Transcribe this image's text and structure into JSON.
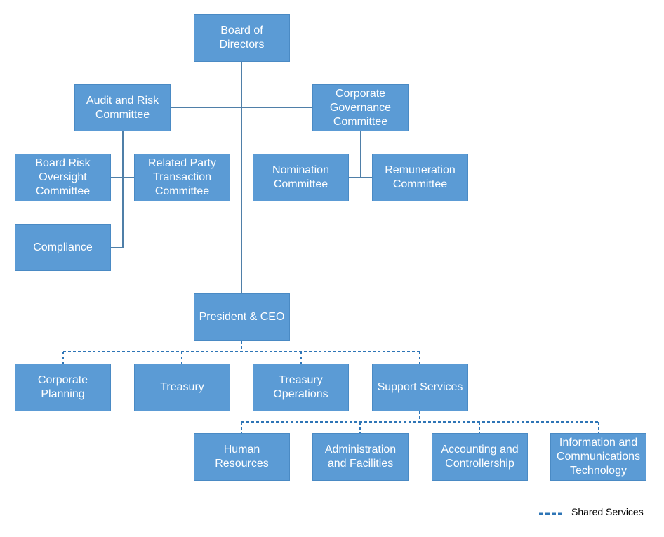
{
  "colors": {
    "box_fill": "#5b9bd5",
    "box_text": "#ffffff",
    "solid_line": "#4f7fa8",
    "dashed_line": "#2e75b6"
  },
  "nodes": {
    "board": "Board of\nDirectors",
    "audit_risk": "Audit and Risk\nCommittee",
    "corp_gov": "Corporate\nGovernance\nCommittee",
    "board_risk": "Board Risk\nOversight\nCommittee",
    "related_party": "Related Party\nTransaction\nCommittee",
    "nomination": "Nomination\nCommittee",
    "remuneration": "Remuneration\nCommittee",
    "compliance": "Compliance",
    "president": "President & CEO",
    "corp_planning": "Corporate\nPlanning",
    "treasury": "Treasury",
    "treasury_ops": "Treasury\nOperations",
    "support": "Support Services",
    "hr": "Human Resources",
    "admin": "Administration\nand Facilities",
    "accounting": "Accounting and\nControllership",
    "ict": "Information and\nCommunications\nTechnology"
  },
  "legend": {
    "line_style": "dashed",
    "label": "Shared Services"
  }
}
